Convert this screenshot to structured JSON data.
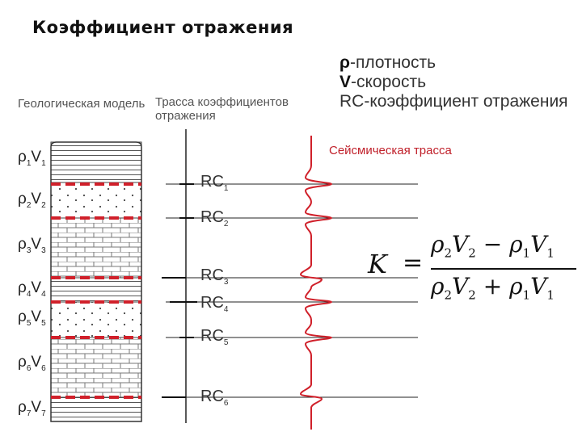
{
  "title": "Коэффициент отражения",
  "headers": {
    "geo_model": "Геологическая модель",
    "rc_trace_line1": "Трасса коэффициентов",
    "rc_trace_line2": "отражения"
  },
  "legend": [
    {
      "symbol": "ρ",
      "text": "-плотность"
    },
    {
      "symbol": "V",
      "text": "-скорость"
    },
    {
      "symbol": "RC",
      "text": "-коэффициент отражения"
    }
  ],
  "seismic_trace_label": "Сейсмическая трасса",
  "layers": [
    {
      "rho": "ρ",
      "rho_sub": "1",
      "v": "V",
      "v_sub": "1"
    },
    {
      "rho": "ρ",
      "rho_sub": "2",
      "v": "V",
      "v_sub": "2"
    },
    {
      "rho": "ρ",
      "rho_sub": "3",
      "v": "V",
      "v_sub": "3"
    },
    {
      "rho": "ρ",
      "rho_sub": "4",
      "v": "V",
      "v_sub": "4"
    },
    {
      "rho": "ρ",
      "rho_sub": "5",
      "v": "V",
      "v_sub": "5"
    },
    {
      "rho": "ρ",
      "rho_sub": "6",
      "v": "V",
      "v_sub": "6"
    },
    {
      "rho": "ρ",
      "rho_sub": "7",
      "v": "V",
      "v_sub": "7"
    }
  ],
  "reflections": [
    {
      "label": "RC",
      "sub": "1"
    },
    {
      "label": "RC",
      "sub": "2"
    },
    {
      "label": "RC",
      "sub": "3"
    },
    {
      "label": "RC",
      "sub": "4"
    },
    {
      "label": "RC",
      "sub": "5"
    },
    {
      "label": "RC",
      "sub": "6"
    }
  ],
  "formula": {
    "lhs": "K",
    "eq": "=",
    "rho": "ρ",
    "v": "V",
    "i2": "2",
    "i1": "1",
    "minus": "−",
    "plus": "+"
  },
  "colors": {
    "trace": "#d0202a",
    "boundary": "#d0202a",
    "line": "#222222"
  }
}
